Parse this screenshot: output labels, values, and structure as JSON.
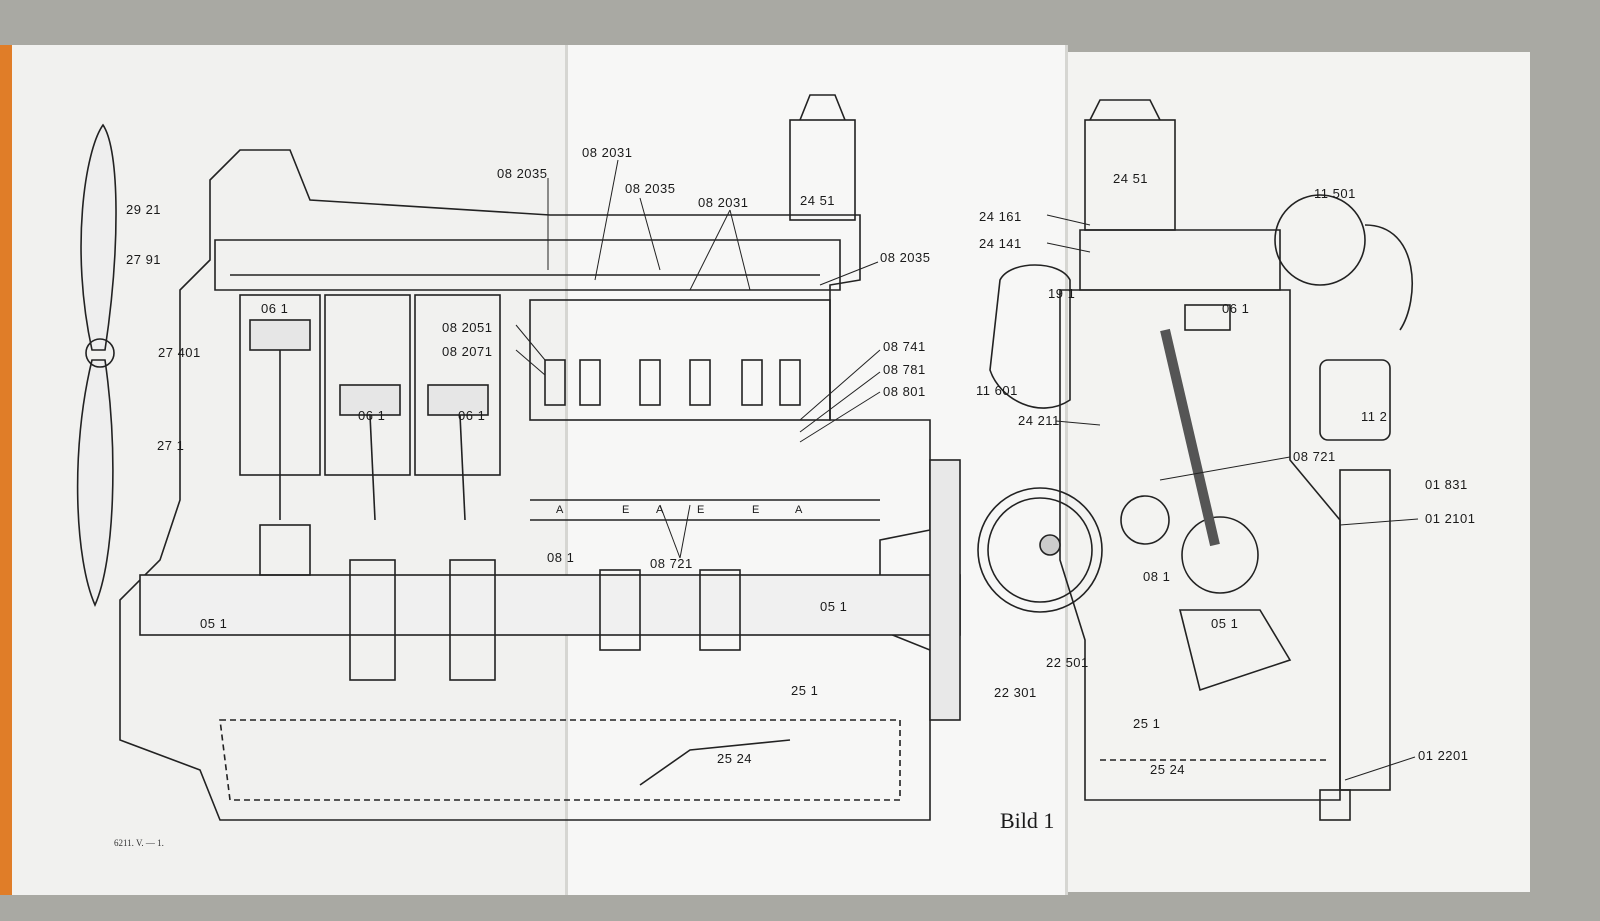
{
  "figure": {
    "caption": "Bild 1",
    "document_reference": "6211. V. — 1."
  },
  "side_view_labels": [
    "29 21",
    "27 91",
    "27 401",
    "27 1",
    "06 1",
    "06 1",
    "06 1",
    "08 2035",
    "08 2031",
    "08 2035",
    "08 2031",
    "24 51",
    "08 2035",
    "08 2051",
    "08 2071",
    "08 741",
    "08 781",
    "08 801",
    "08 1",
    "08 721",
    "05 1",
    "05 1",
    "25 1",
    "25 24"
  ],
  "valve_markers": [
    "A",
    "E",
    "A",
    "E",
    "E",
    "A"
  ],
  "front_view_labels": [
    "24 51",
    "11 501",
    "24 161",
    "24 141",
    "19 1",
    "06 1",
    "11 601",
    "11 2",
    "24 211",
    "08 721",
    "01 831",
    "01 2101",
    "08 1",
    "05 1",
    "22 501",
    "22 301",
    "25 1",
    "25 24",
    "01 2201"
  ]
}
